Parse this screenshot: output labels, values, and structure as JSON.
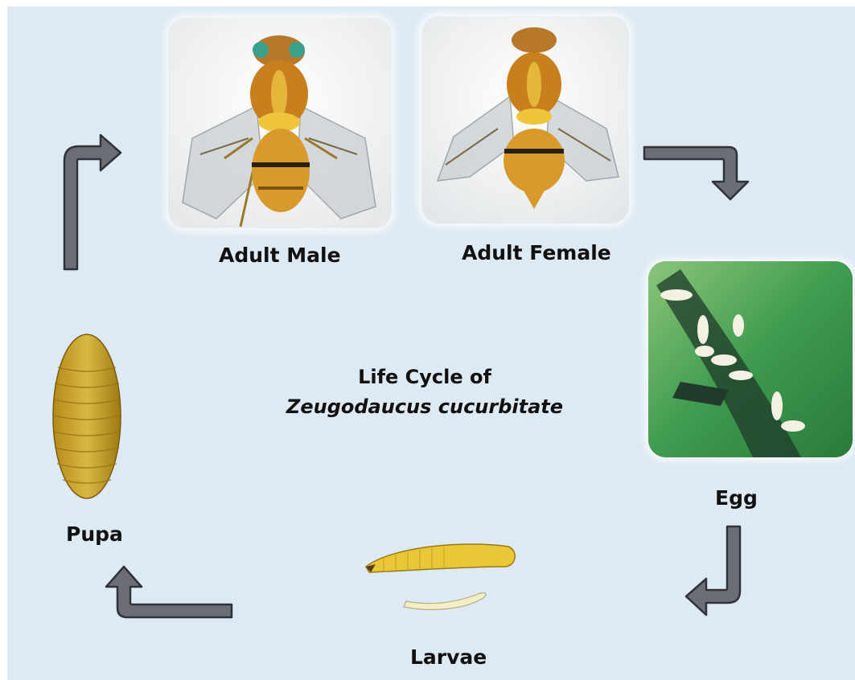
{
  "title": {
    "line1": "Life Cycle of",
    "line2": "Zeugodaucus cucurbitate"
  },
  "stages": {
    "adult_male": "Adult Male",
    "adult_female": "Adult Female",
    "egg": "Egg",
    "larvae": "Larvae",
    "pupa": "Pupa"
  },
  "colors": {
    "background": "#dde9f3",
    "arrow_fill": "#6b6f75",
    "arrow_stroke": "#2f3338"
  }
}
